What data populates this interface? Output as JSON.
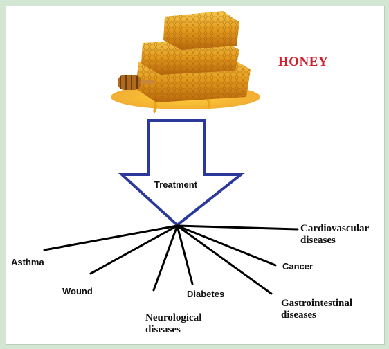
{
  "title": "HONEY",
  "arrow_label": "Treatment",
  "outcomes": [
    {
      "key": "cardiovascular",
      "lines": [
        "Cardiovascular",
        "diseases"
      ]
    },
    {
      "key": "asthma",
      "lines": [
        "Asthma"
      ]
    },
    {
      "key": "cancer",
      "lines": [
        "Cancer"
      ]
    },
    {
      "key": "wound",
      "lines": [
        "Wound"
      ]
    },
    {
      "key": "diabetes",
      "lines": [
        "Diabetes"
      ]
    },
    {
      "key": "gastrointestinal",
      "lines": [
        "Gastrointestinal",
        "diseases"
      ]
    },
    {
      "key": "neurological",
      "lines": [
        "Neurological",
        "diseases"
      ]
    }
  ],
  "colors": {
    "title": "#d21f2b",
    "arrow_stroke": "#2b3a9a",
    "honey": "#e0a020",
    "frame": "#d3e6d3"
  }
}
